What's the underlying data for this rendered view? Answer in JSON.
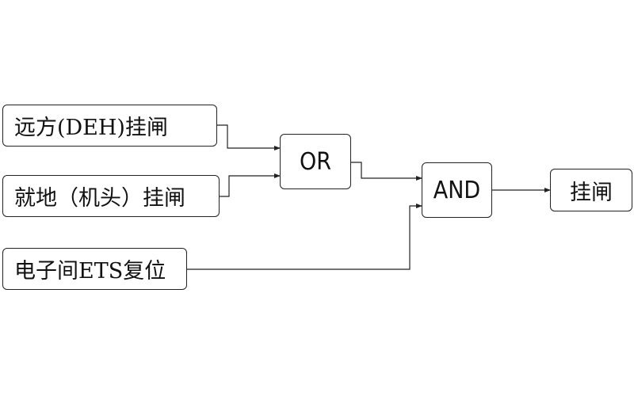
{
  "inputs": {
    "remote_trip": "远方(DEH)挂闸",
    "local_trip": "就地（机头）挂闸",
    "ets_reset": "电子间ETS复位"
  },
  "gates": {
    "or_label": "OR",
    "and_label": "AND"
  },
  "output": {
    "label": "挂闸"
  },
  "colors": {
    "line": "#222222",
    "text": "#111111",
    "background": "#ffffff"
  }
}
